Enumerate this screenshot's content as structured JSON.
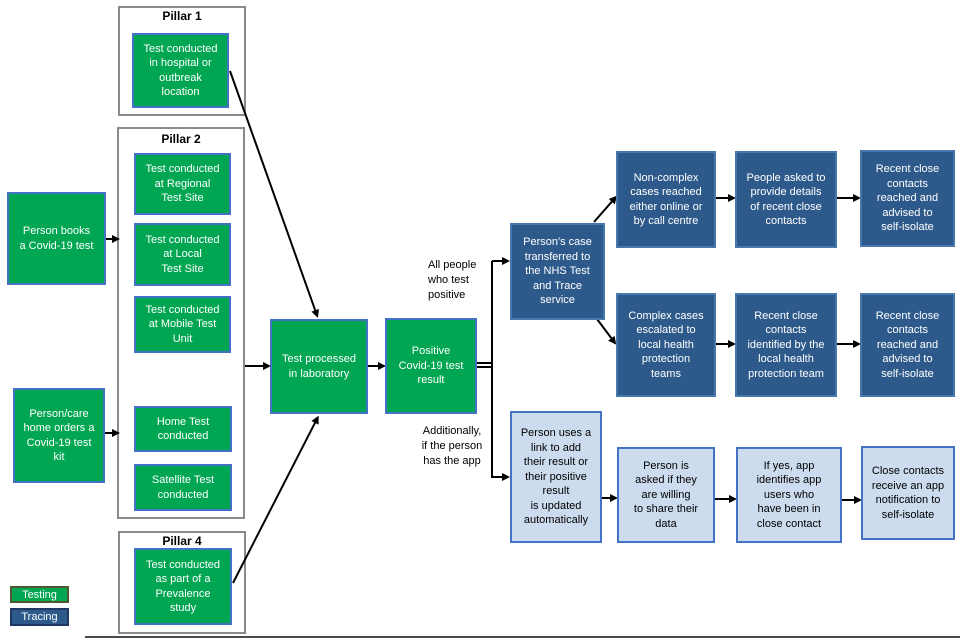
{
  "colors": {
    "testing_green": "#00A651",
    "tracing_blue": "#2E5A8B",
    "tracing_border": "#4877AD",
    "app_blue": "#CCDBEE",
    "box_border_blue": "#4472C4",
    "container_border": "#8A8A8A",
    "legend_testing_border": "#4A5A2E",
    "legend_tracing_border": "#1F3864",
    "line_black": "#000000"
  },
  "pillars": {
    "p1": "Pillar 1",
    "p2": "Pillar 2",
    "p4": "Pillar 4"
  },
  "nodes": {
    "person_books": "Person books\na Covid-19 test",
    "person_orders": "Person/care\nhome orders a\nCovid-19 test\nkit",
    "p1_hospital": "Test conducted\nin hospital or\noutbreak\nlocation",
    "p2_regional": "Test conducted\nat Regional\nTest Site",
    "p2_local": "Test conducted\nat Local\nTest Site",
    "p2_mobile": "Test conducted\nat Mobile Test\nUnit",
    "p2_home": "Home Test\nconducted",
    "p2_satellite": "Satellite Test\nconducted",
    "p4_prevalence": "Test conducted\nas part of a\nPrevalence\nstudy",
    "lab": "Test processed\nin laboratory",
    "positive": "Positive\nCovid-19 test\nresult",
    "transfer": "Person's case\ntransferred to\nthe NHS Test\nand Trace\nservice",
    "noncomplex": "Non-complex\ncases reached\neither online or\nby call centre",
    "provide": "People asked to\nprovide details\nof recent close\ncontacts",
    "reached1": "Recent close\ncontacts\nreached and\nadvised to\nself-isolate",
    "complex": "Complex cases\nescalated to\nlocal health\nprotection\nteams",
    "identified": "Recent close\ncontacts\nidentified by the\nlocal health\nprotection team",
    "reached2": "Recent close\ncontacts\nreached and\nadvised to\nself-isolate",
    "app_link": "Person uses a\nlink to add\ntheir result or\ntheir positive\nresult\nis updated\nautomatically",
    "app_share": "Person is\nasked if they\nare willing\nto share their\ndata",
    "app_identify": "If yes, app\nidentifies app\nusers who\nhave been in\nclose contact",
    "app_notify": "Close contacts\nreceive an app\nnotification to\nself-isolate"
  },
  "notes": {
    "all_positive": "All people\nwho test\npositive",
    "has_app": "Additionally,\nif the person\nhas the app"
  },
  "legend": {
    "testing": "Testing",
    "tracing": "Tracing"
  }
}
